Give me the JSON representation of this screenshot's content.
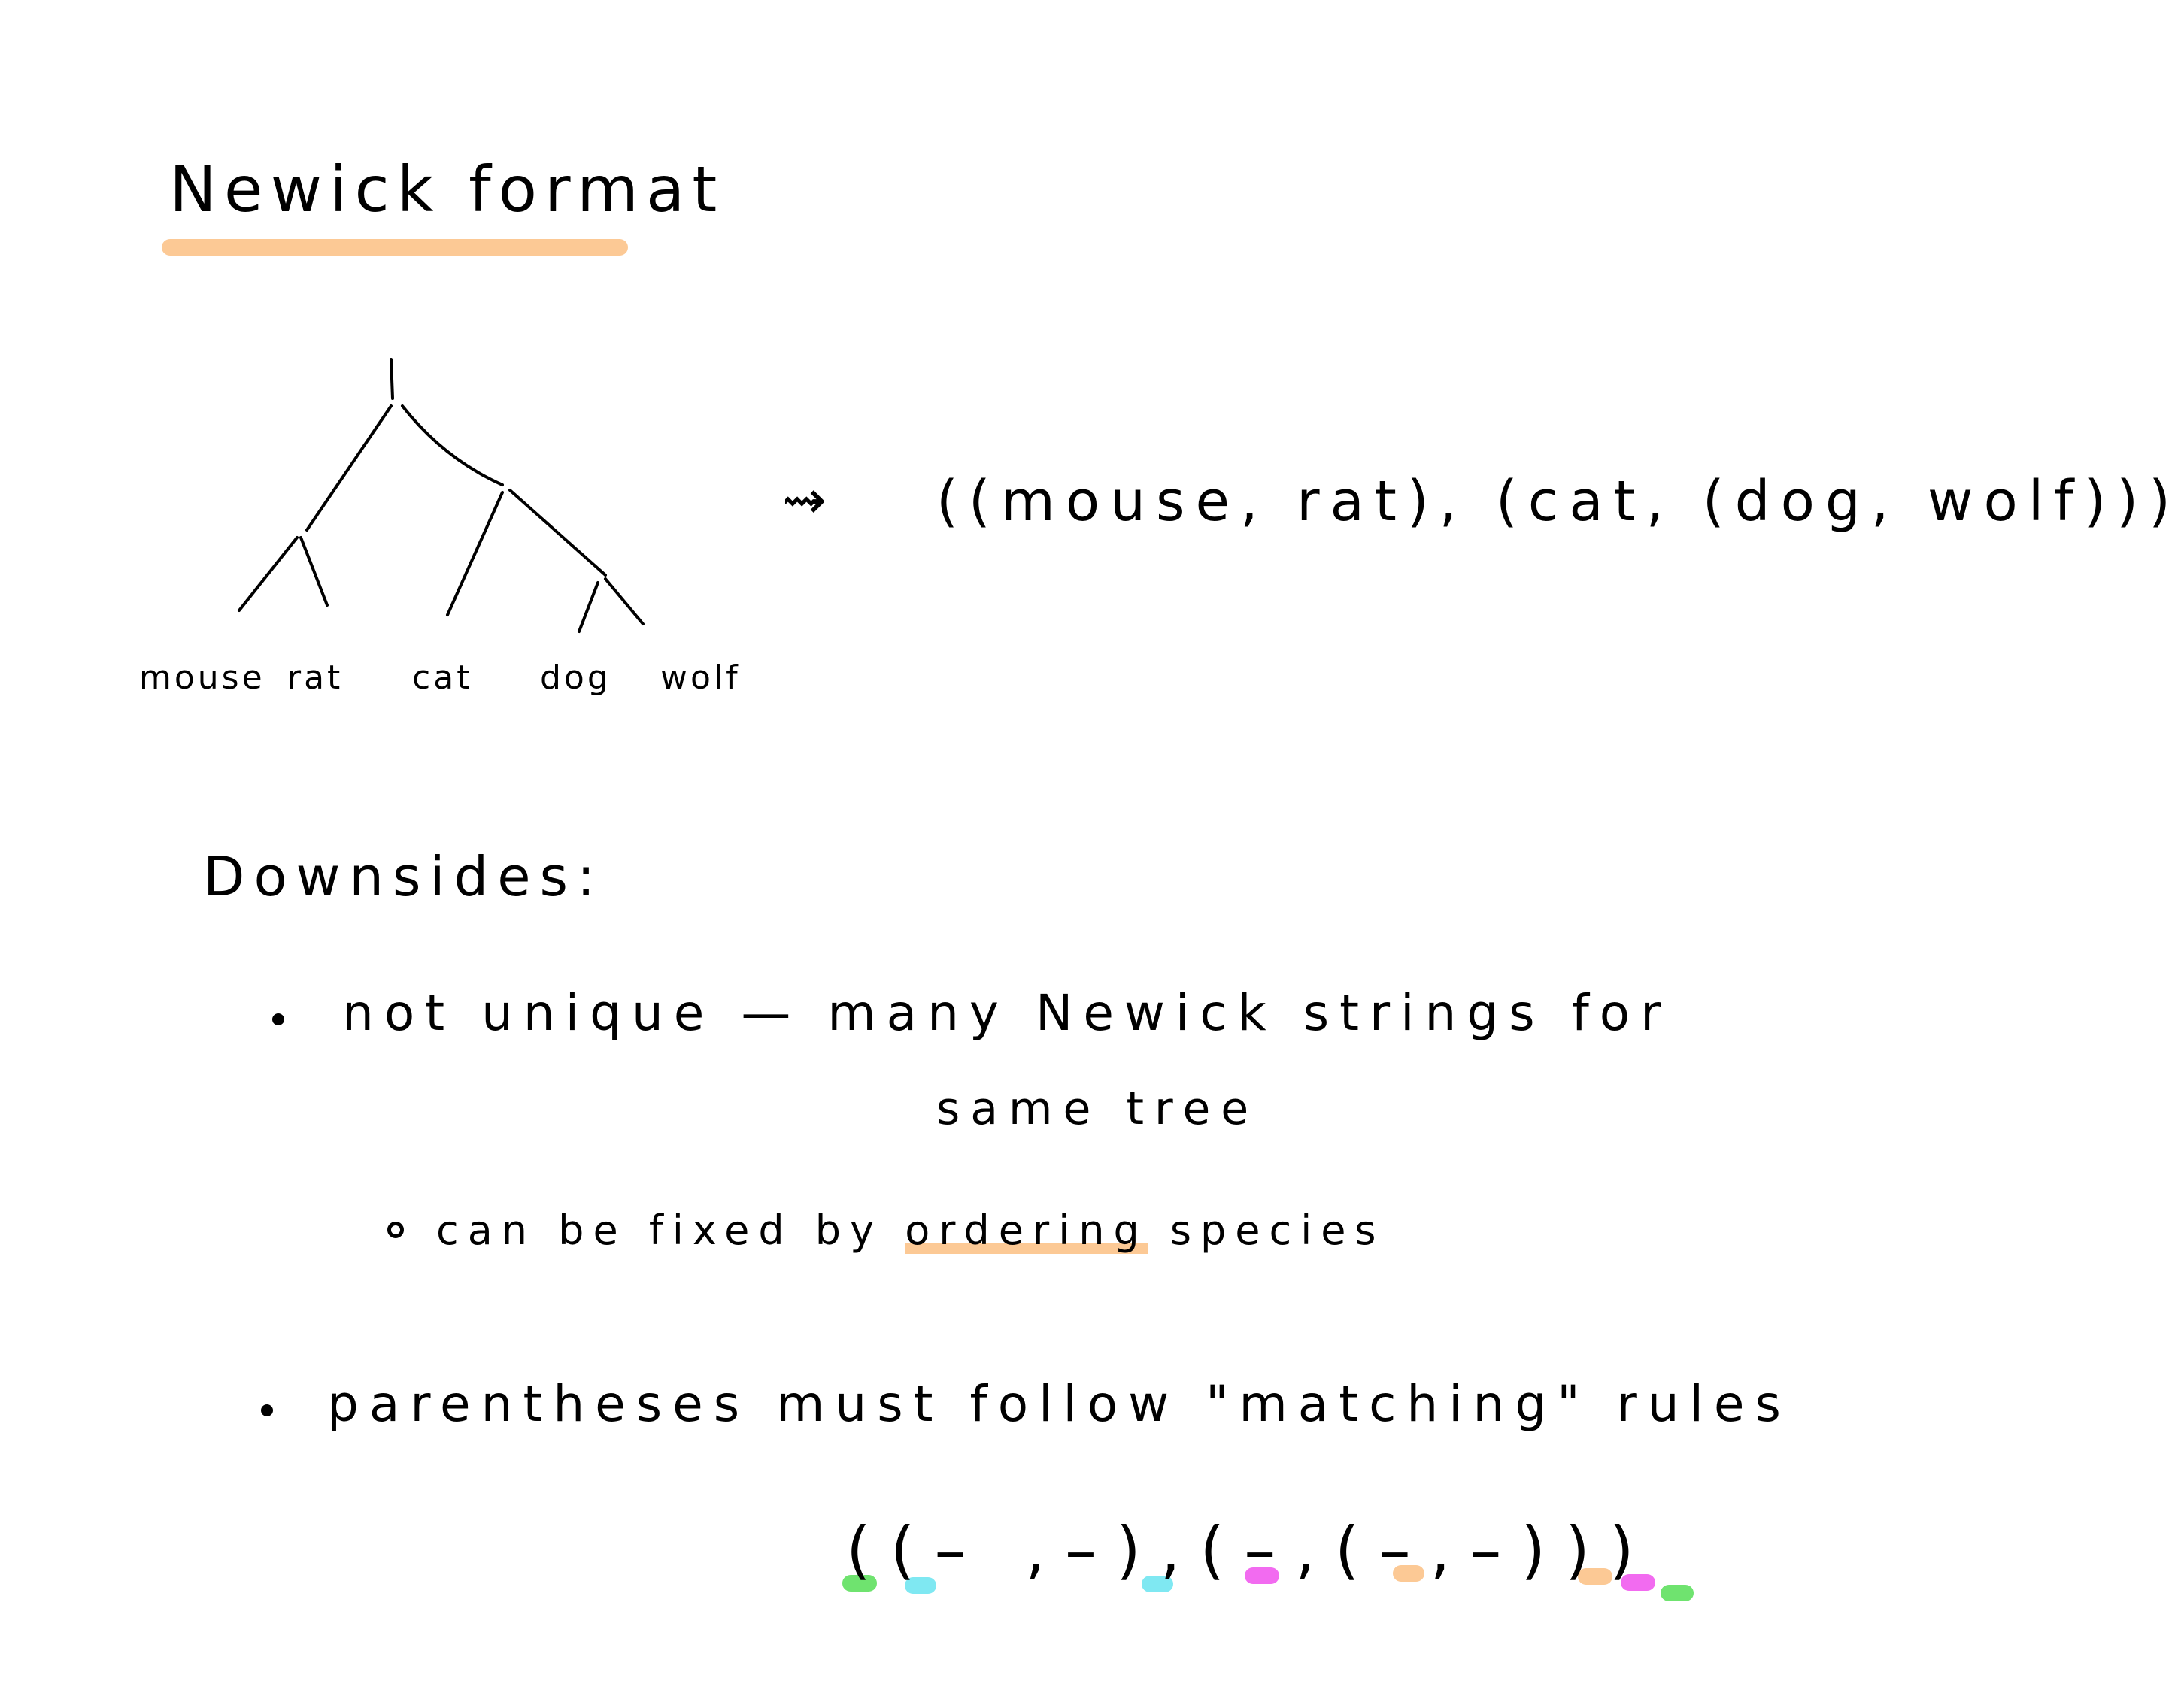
{
  "title": "Newick format",
  "colors": {
    "ink": "#000000",
    "orange_highlight": "#fcc995",
    "green_mark": "#6fe36f",
    "cyan_mark": "#7fe8f2",
    "magenta_mark": "#f26bf0"
  },
  "tree": {
    "leaves": [
      "mouse",
      "rat",
      "cat",
      "dog",
      "wolf"
    ]
  },
  "arrow_glyph": "⇝",
  "newick_string": "((mouse, rat), (cat, (dog, wolf)))",
  "downsides": {
    "heading": "Downsides:",
    "bullet1_line1": "not unique — many Newick strings for",
    "bullet1_line2": "same tree",
    "sub_bullet_prefix": "can be fixed by ",
    "sub_bullet_highlight": "ordering",
    "sub_bullet_suffix": " species",
    "bullet2": "parentheses must follow \"matching\" rules",
    "paren_pattern": "((– ,–),(–,(–,–)))"
  }
}
